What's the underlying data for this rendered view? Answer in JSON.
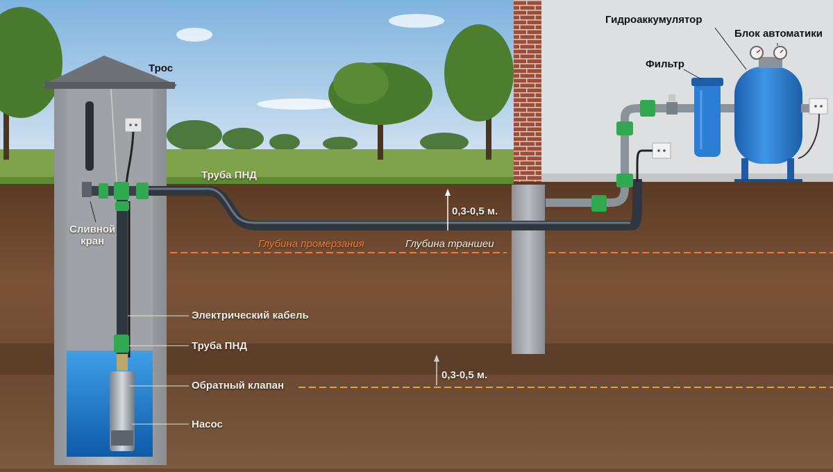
{
  "labels": {
    "cable": "Трос",
    "drain_valve": "Сливной\nкран",
    "pipe_top": "Труба ПНД",
    "depth_value_upper": "0,3-0,5 м.",
    "freezing_depth": "Глубина промерзания",
    "trench_depth": "Глубина траншеи",
    "electric_cable": "Электрический кабель",
    "pipe_vertical": "Труба ПНД",
    "depth_value_lower": "0,3-0,5 м.",
    "check_valve": "Обратный клапан",
    "pump": "Насос",
    "accumulator": "Гидроаккумулятор",
    "automation_unit": "Блок автоматики",
    "filter": "Фильтр"
  },
  "colors": {
    "sky": "#a9cbe6",
    "soil": "#6e4b32",
    "pipe": "#2f3640",
    "fitting": "#2fa84f",
    "water": "#1e7fd0",
    "tank": "#2a7fd4",
    "freezing_line": "#f07a3a",
    "trench_line": "#e8a13a",
    "brick": "#9c4a36"
  }
}
